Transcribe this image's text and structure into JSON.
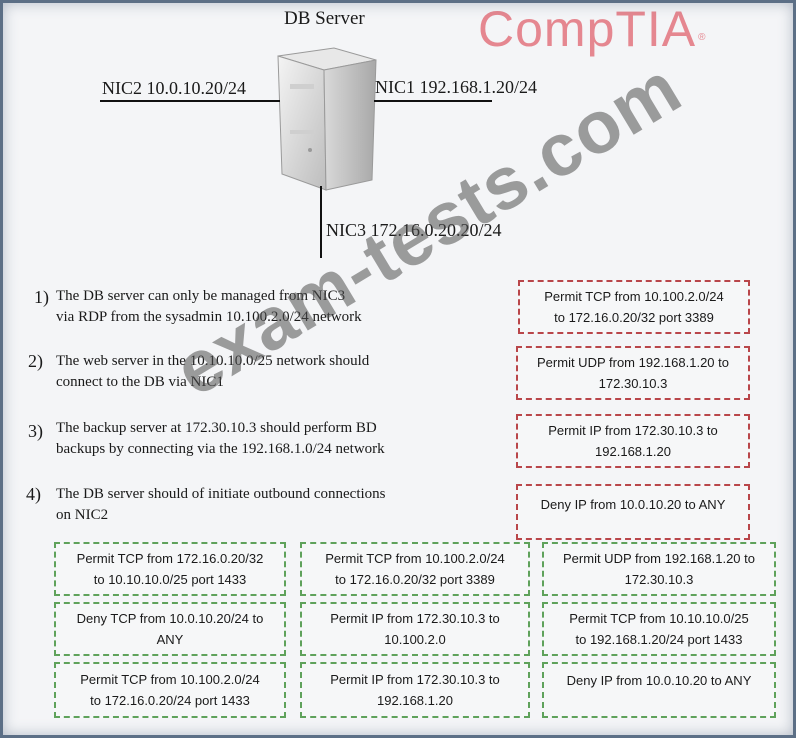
{
  "diagram": {
    "server_label": "DB Server",
    "logo_text": "CompTIA",
    "logo_mark": "®",
    "nic2": "NIC2 10.0.10.20/24",
    "nic1": "NIC1 192.168.1.20/24",
    "nic3": "NIC3 172.16.0.20.20/24",
    "watermark": "exam-tests.com",
    "colors": {
      "logo": "#e58790",
      "target_border": "#b9464a",
      "option_border": "#5fa25b"
    }
  },
  "requirements": [
    {
      "num": "1)",
      "line1": "The DB server can only be managed from NIC3",
      "line2": "via RDP from the sysadmin 10.100.2.0/24 network"
    },
    {
      "num": "2)",
      "line1": "The web server in the 10.10.10.0/25 network should",
      "line2": "connect to the DB via NIC1"
    },
    {
      "num": "3)",
      "line1": "The backup server at 172.30.10.3 should perform BD",
      "line2": "backups by connecting via the 192.168.1.0/24 network"
    },
    {
      "num": "4)",
      "line1": "The DB server should of initiate outbound connections",
      "line2": "on NIC2"
    }
  ],
  "answers": [
    {
      "line1": "Permit TCP from 10.100.2.0/24",
      "line2": "to 172.16.0.20/32 port 3389"
    },
    {
      "line1": "Permit UDP from 192.168.1.20 to",
      "line2": "172.30.10.3"
    },
    {
      "line1": "Permit IP from 172.30.10.3 to",
      "line2": "192.168.1.20"
    },
    {
      "line1": "Deny IP from 10.0.10.20 to ANY",
      "line2": ""
    }
  ],
  "options": [
    {
      "line1": "Permit TCP from 172.16.0.20/32",
      "line2": "to 10.10.10.0/25 port 1433"
    },
    {
      "line1": "Permit TCP from 10.100.2.0/24",
      "line2": "to 172.16.0.20/32 port 3389"
    },
    {
      "line1": "Permit UDP from 192.168.1.20 to",
      "line2": "172.30.10.3"
    },
    {
      "line1": "Deny TCP from 10.0.10.20/24 to",
      "line2": "ANY"
    },
    {
      "line1": "Permit IP from 172.30.10.3 to",
      "line2": "10.100.2.0"
    },
    {
      "line1": "Permit TCP from 10.10.10.0/25",
      "line2": "to 192.168.1.20/24  port 1433"
    },
    {
      "line1": "Permit TCP from 10.100.2.0/24",
      "line2": "to 172.16.0.20/24 port 1433"
    },
    {
      "line1": "Permit IP from 172.30.10.3 to",
      "line2": "192.168.1.20"
    },
    {
      "line1": "Deny IP from 10.0.10.20 to ANY",
      "line2": ""
    }
  ]
}
